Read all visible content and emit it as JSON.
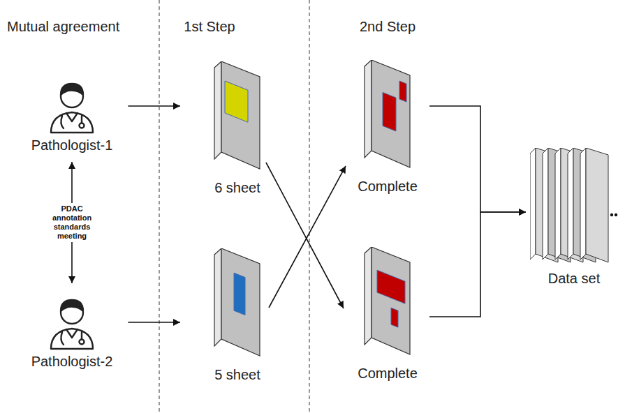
{
  "diagram": {
    "nodes": [
      {
        "text": [
          "Pathologist-1"
        ]
      },
      {
        "text": [
          "6 sheet"
        ]
      },
      {
        "text": [
          "Complete"
        ]
      },
      {
        "text": [
          "Pathologist-2"
        ]
      },
      {
        "text": [
          "5 sheet"
        ]
      },
      {
        "text": [
          "Complete"
        ]
      },
      {
        "text": [
          "Data set"
        ]
      }
    ],
    "edges": [
      {
        "from": 0,
        "to": 1,
        "arrow": "to"
      },
      {
        "from": 3,
        "to": 4,
        "arrow": "to"
      },
      {
        "from": 1,
        "to": 5,
        "arrow": "to"
      },
      {
        "from": 4,
        "to": 2,
        "arrow": "to"
      },
      {
        "from": 2,
        "to": 6,
        "arrow": "to"
      },
      {
        "from": 5,
        "to": 6,
        "arrow": "to"
      },
      {
        "from": 0,
        "to": 3,
        "label": "PDAC annotation standards meeting",
        "arrow": "both"
      }
    ],
    "labels": [
      "Mutual agreement",
      "1st Step",
      "2nd Step"
    ]
  }
}
